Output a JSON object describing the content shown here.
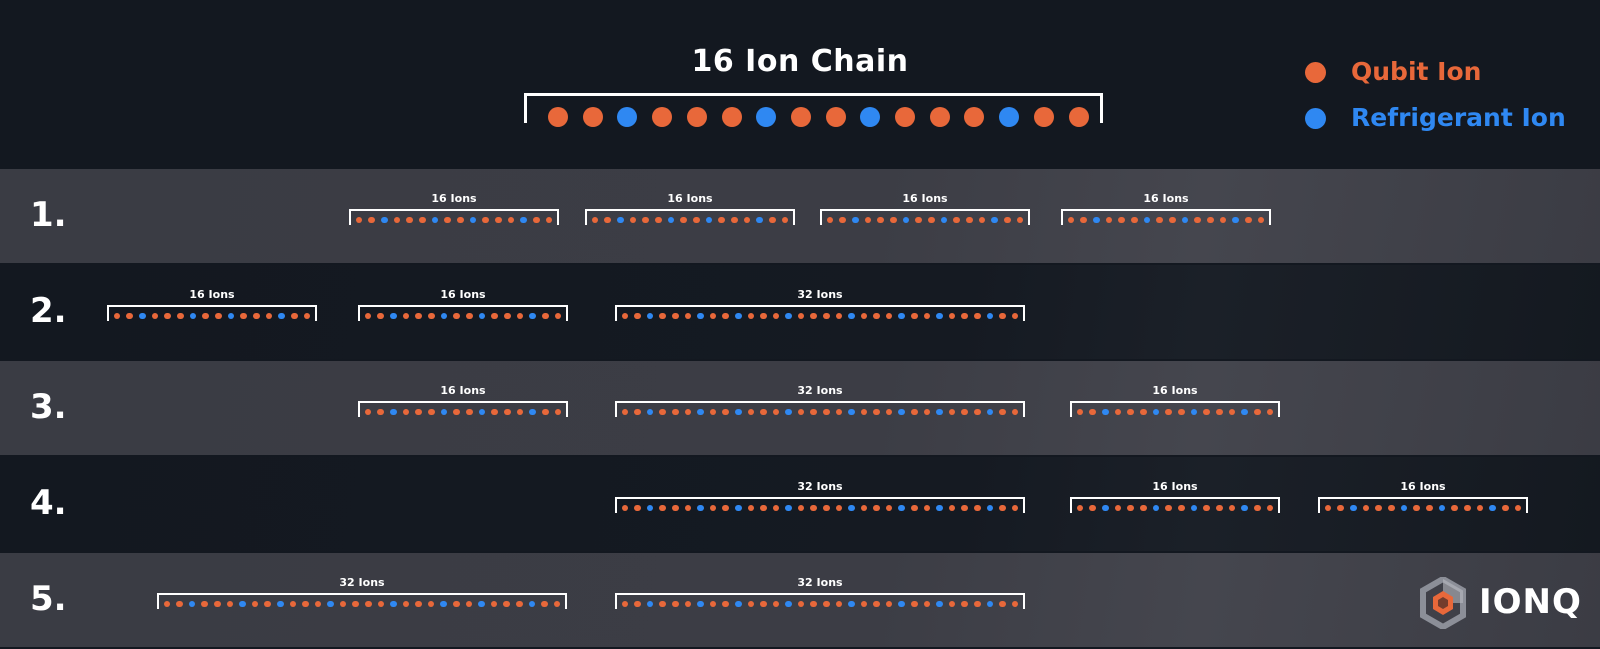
{
  "header": {
    "title": "16 Ion Chain",
    "chain": "QQRQQQRQQRQQQRQQ"
  },
  "legend": {
    "qubit_label": "Qubit Ion",
    "refrigerant_label": "Refrigerant Ion"
  },
  "colors": {
    "qubit": "#e8683a",
    "refrigerant": "#2f88f2",
    "background": "#131820",
    "row_light": "#3c3d45"
  },
  "rows": [
    {
      "number": "1.",
      "chains": [
        {
          "label": "16 Ions",
          "pattern": "QQRQQQRQQRQQQRQQ"
        },
        {
          "label": "16 Ions",
          "pattern": "QQRQQQRQQRQQQRQQ"
        },
        {
          "label": "16 Ions",
          "pattern": "QQRQQQRQQRQQQRQQ"
        },
        {
          "label": "16 Ions",
          "pattern": "QQRQQQRQQRQQQRQQ"
        }
      ]
    },
    {
      "number": "2.",
      "chains": [
        {
          "label": "16 Ions",
          "pattern": "QQRQQQRQQRQQQRQQ"
        },
        {
          "label": "16 Ions",
          "pattern": "QQRQQQRQQRQQQRQQ"
        },
        {
          "label": "32 Ions",
          "pattern": "QQRQQQRQQRQQQRQQQQRQQQRQQRQQQRQQ"
        }
      ]
    },
    {
      "number": "3.",
      "chains": [
        {
          "label": "16 Ions",
          "pattern": "QQRQQQRQQRQQQRQQ"
        },
        {
          "label": "32 Ions",
          "pattern": "QQRQQQRQQRQQQRQQQQRQQQRQQRQQQRQQ"
        },
        {
          "label": "16 Ions",
          "pattern": "QQRQQQRQQRQQQRQQ"
        }
      ]
    },
    {
      "number": "4.",
      "chains": [
        {
          "label": "32 Ions",
          "pattern": "QQRQQQRQQRQQQRQQQQRQQQRQQRQQQRQQ"
        },
        {
          "label": "16 Ions",
          "pattern": "QQRQQQRQQRQQQRQQ"
        },
        {
          "label": "16 Ions",
          "pattern": "QQRQQQRQQRQQQRQQ"
        }
      ]
    },
    {
      "number": "5.",
      "chains": [
        {
          "label": "32 Ions",
          "pattern": "QQRQQQRQQRQQQRQQQQRQQQRQQRQQQRQQ"
        },
        {
          "label": "32 Ions",
          "pattern": "QQRQQQRQQRQQQRQQQQRQQQRQQRQQQRQQ"
        }
      ]
    }
  ],
  "logo": {
    "text": "IONQ",
    "icon": "ionq-hexagon-logo-icon"
  }
}
